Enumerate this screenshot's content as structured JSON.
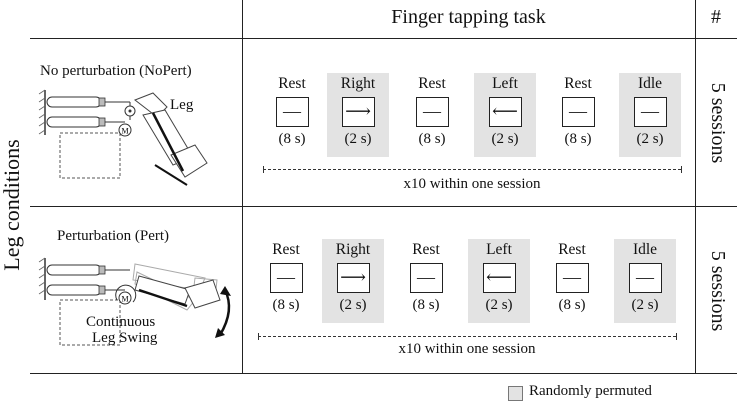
{
  "header": {
    "task_title": "Finger tapping task",
    "count_col": "#"
  },
  "side_label": "Leg conditions",
  "conditions": [
    {
      "label": "No perturbation (NoPert)",
      "figure_label": "Leg",
      "sessions": "5 sessions"
    },
    {
      "label": "Perturbation (Pert)",
      "figure_label_1": "Continuous",
      "figure_label_2": "Leg Swing",
      "sessions": "5 sessions"
    }
  ],
  "sequence": [
    {
      "label": "Rest",
      "symbol": "—",
      "duration": "(8 s)",
      "shaded": false
    },
    {
      "label": "Right",
      "symbol": "⟶",
      "duration": "(2 s)",
      "shaded": true
    },
    {
      "label": "Rest",
      "symbol": "—",
      "duration": "(8 s)",
      "shaded": false
    },
    {
      "label": "Left",
      "symbol": "⟵",
      "duration": "(2 s)",
      "shaded": true
    },
    {
      "label": "Rest",
      "symbol": "—",
      "duration": "(8 s)",
      "shaded": false
    },
    {
      "label": "Idle",
      "symbol": "—",
      "duration": "(2 s)",
      "shaded": true
    }
  ],
  "repeat_text": "x10 within one session",
  "motor_label": "M",
  "legend": {
    "text": "Randomly permuted",
    "swatch_color": "#e3e3e3"
  }
}
